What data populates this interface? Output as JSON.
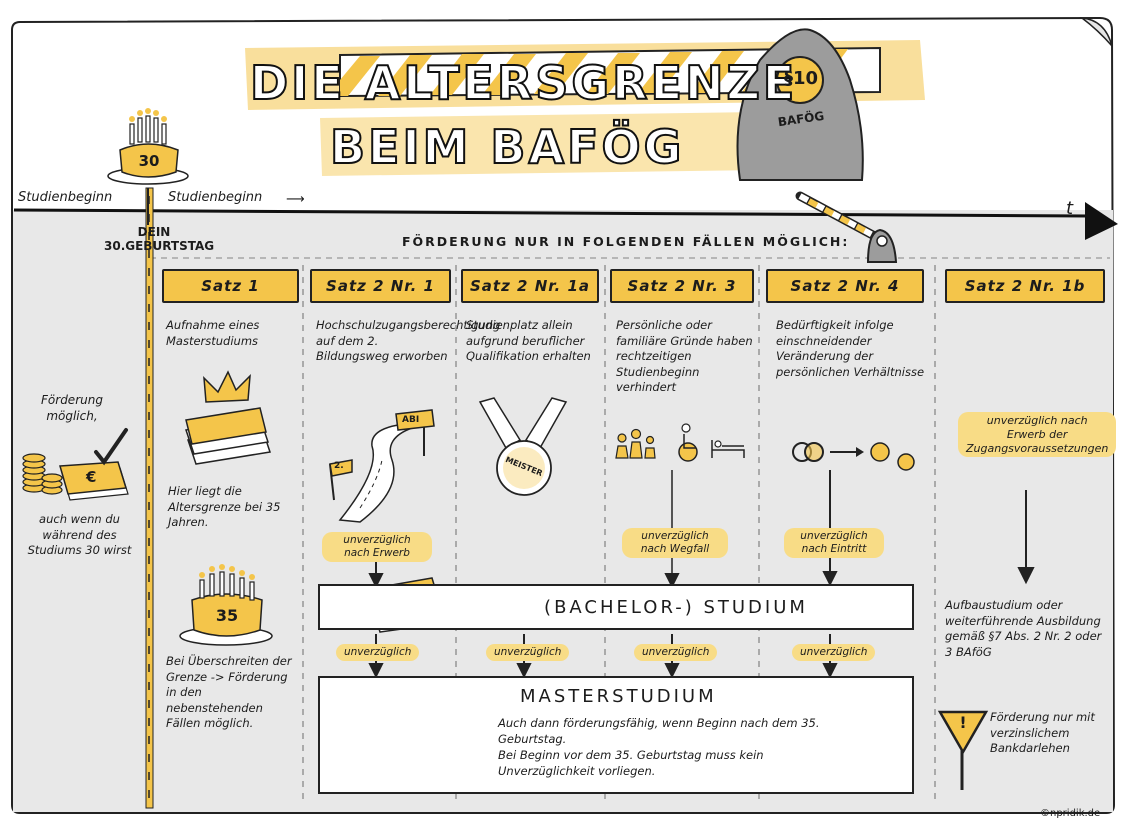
{
  "title": {
    "line1": "DIE ALTERSGRENZE",
    "line2": "BEIM BAFÖG"
  },
  "sign": {
    "paragraph": "§10",
    "label": "BAFÖG"
  },
  "cake30": {
    "number": "30"
  },
  "cake35": {
    "number": "35"
  },
  "timeline": {
    "left_label": "Studienbeginn",
    "right_label": "Studienbeginn",
    "axis_label": "t",
    "birthday_label": "DEIN 30.GEBURTSTAG"
  },
  "funding_header": "FÖRDERUNG NUR IN FOLGENDEN FÄLLEN MÖGLICH:",
  "left_column": {
    "possible": "Förderung möglich,",
    "euro_symbol": "€",
    "note": "auch wenn du während des Studiums 30 wirst"
  },
  "columns": [
    {
      "head": "Satz 1",
      "text": "Aufnahme eines Masterstudiums",
      "note1": "Hier liegt die Altersgrenze bei 35 Jahren.",
      "note2": "Bei Überschreiten der Grenze -> Förderung in den nebenstehenden Fällen möglich."
    },
    {
      "head": "Satz 2 Nr. 1",
      "text": "Hochschulzugangsberechtigung auf dem 2. Bildungsweg erworben",
      "sign": "ABI",
      "flag": "2.",
      "tag": "unverzüglich nach Erwerb"
    },
    {
      "head": "Satz 2 Nr. 1a",
      "text": "Studienplatz allein aufgrund beruflicher Qualifikation erhalten",
      "medal": "MEISTER"
    },
    {
      "head": "Satz 2 Nr. 3",
      "text": "Persönliche oder familiäre Gründe haben rechtzeitigen Studienbeginn verhindert",
      "tag": "unverzüglich nach Wegfall"
    },
    {
      "head": "Satz 2 Nr. 4",
      "text": "Bedürftigkeit infolge einschneidender Veränderung der persönlichen Verhältnisse",
      "tag": "unverzüglich nach Eintritt"
    },
    {
      "head": "Satz 2 Nr. 1b",
      "text": "unverzüglich nach Erwerb der Zugangsvoraussetzungen",
      "note1": "Aufbaustudium oder weiterführende Ausbildung gemäß §7 Abs. 2 Nr. 2 oder 3 BAföG",
      "note2": "Förderung nur mit verzinslichem Bankdarlehen",
      "warn": "!"
    }
  ],
  "bachelor_box": "(BACHELOR-) STUDIUM",
  "small_tags": [
    "unverzüglich",
    "unverzüglich",
    "unverzüglich",
    "unverzüglich"
  ],
  "master_box": {
    "title": "MASTERSTUDIUM",
    "text1": "Auch dann förderungsfähig, wenn Beginn nach dem 35. Geburtstag.",
    "text2": "Bei Beginn vor dem 35. Geburtstag muss kein Unverzüglichkeit vorliegen."
  },
  "credit": "©npridik.de",
  "colors": {
    "yellow": "#f4c54a",
    "light_yellow": "#f8dc86",
    "grey": "#e6e6e6",
    "ink": "#1c1c1c",
    "sign_grey": "#9c9c9c"
  }
}
